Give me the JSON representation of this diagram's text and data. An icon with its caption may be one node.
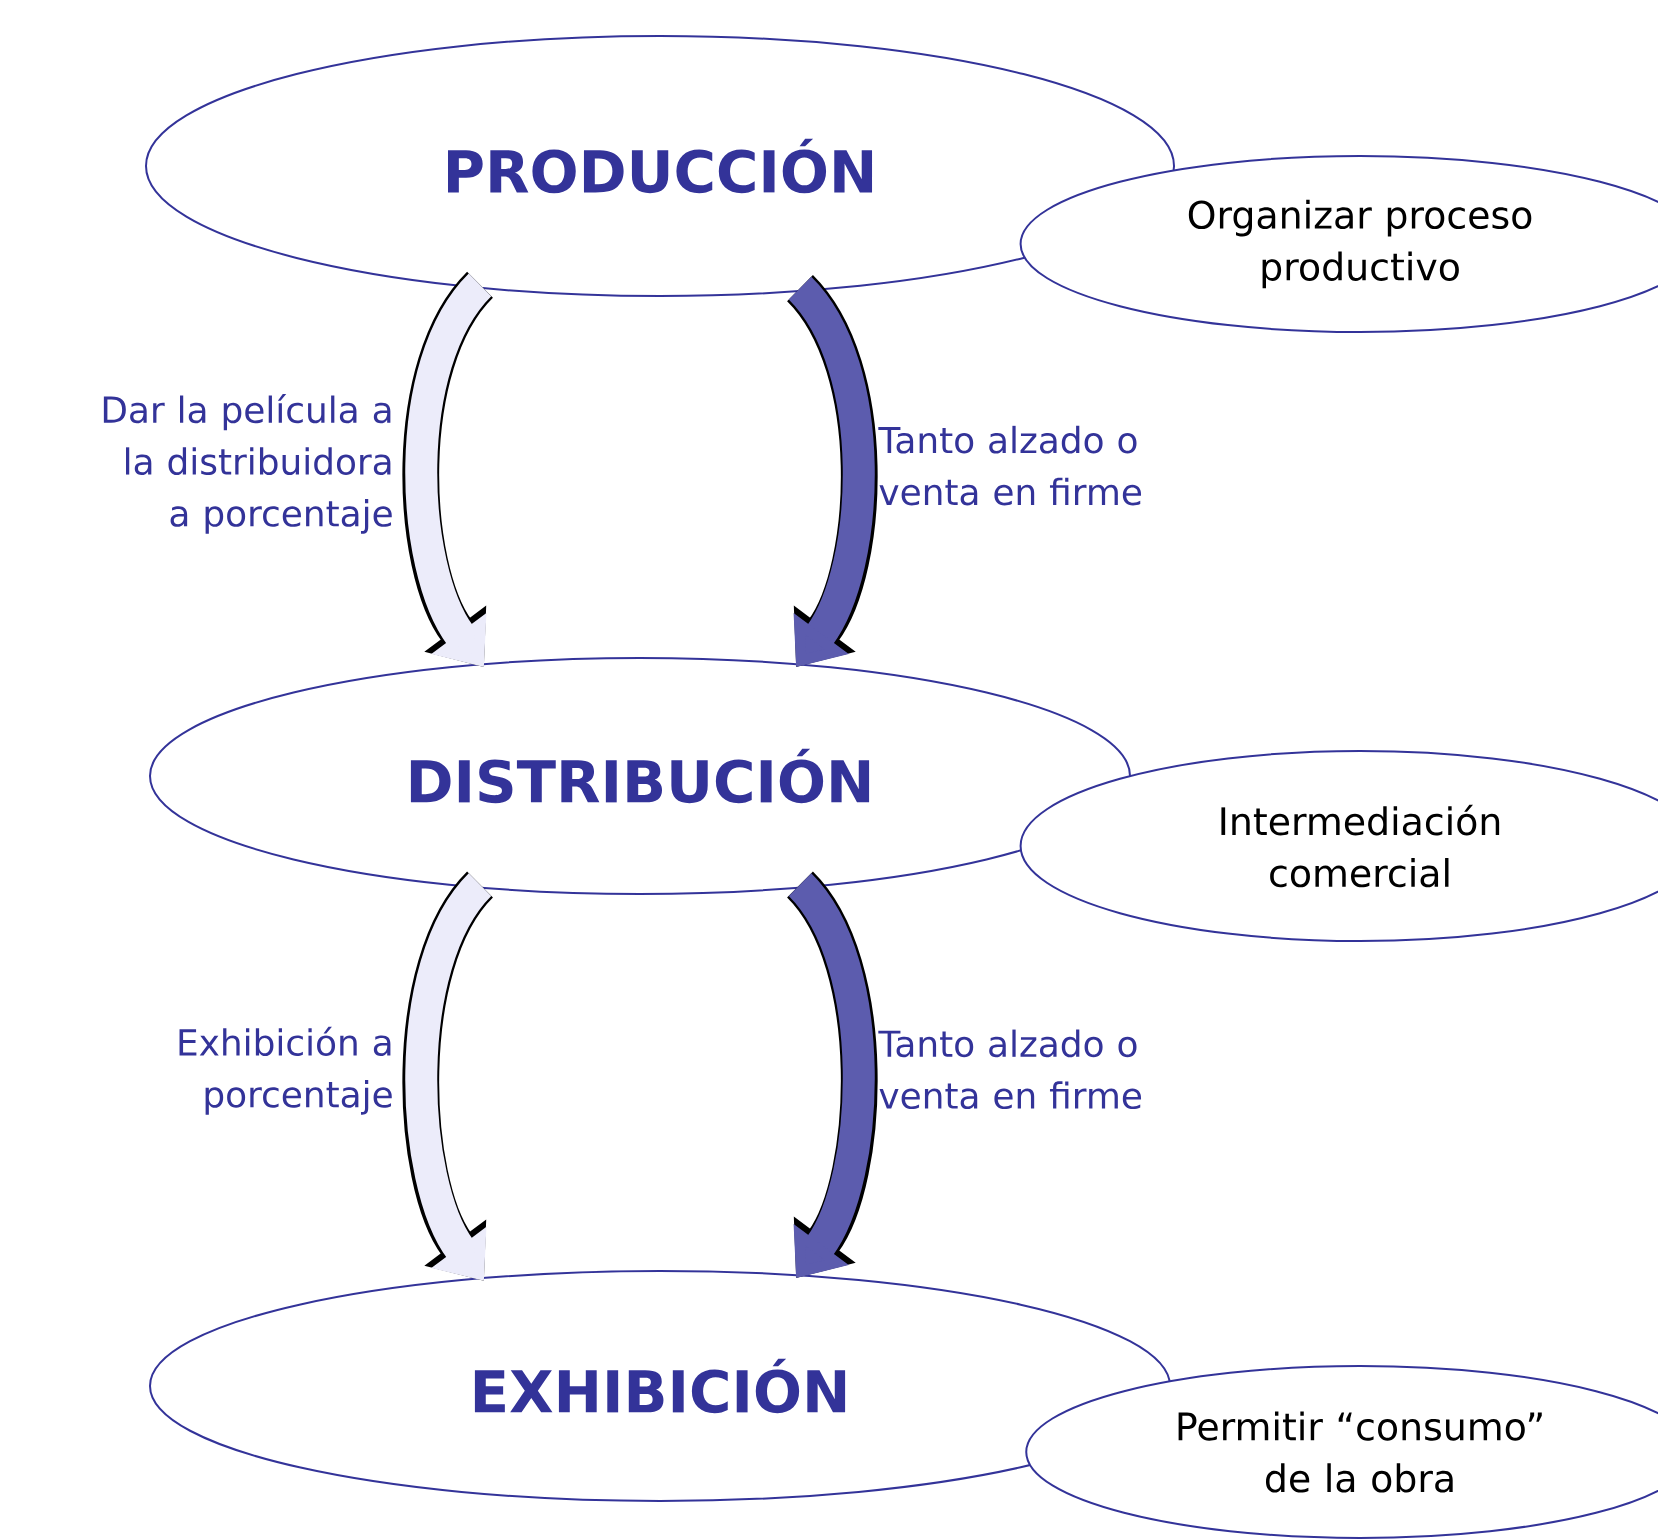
{
  "diagram": {
    "nodes": [
      {
        "text": [
          "PRODUCCIÓN"
        ]
      },
      {
        "text": [
          "Organizar proceso productivo"
        ]
      },
      {
        "text": [
          "DISTRIBUCIÓN"
        ]
      },
      {
        "text": [
          "Intermediación comercial"
        ]
      },
      {
        "text": [
          "EXHIBICIÓN"
        ]
      },
      {
        "text": [
          "Permitir “consumo” de la obra"
        ]
      }
    ],
    "edges": [
      {
        "from": 0,
        "to": 2,
        "arrow": "to",
        "label": "Dar la película a la distribuidora a porcentaje"
      },
      {
        "from": 0,
        "to": 2,
        "arrow": "to",
        "label": "Tanto alzado o venta en firme",
        "color": "#5c5cae"
      },
      {
        "from": 2,
        "to": 4,
        "arrow": "to",
        "label": "Exhibición a porcentaje"
      },
      {
        "from": 2,
        "to": 4,
        "arrow": "to",
        "label": "Tanto alzado o venta en firme",
        "color": "#5c5cae"
      }
    ]
  }
}
